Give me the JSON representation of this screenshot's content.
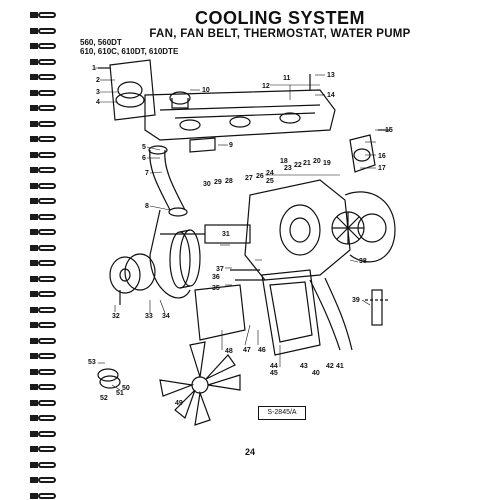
{
  "page": {
    "title": "COOLING SYSTEM",
    "subtitle": "FAN, FAN BELT, THERMOSTAT, WATER PUMP",
    "models_line1": "560,    560DT",
    "models_line2": "610,  610C,  610DT,  610DTE",
    "reference_code": "S-2845/A",
    "page_number": "24"
  },
  "callouts": [
    "1",
    "2",
    "3",
    "4",
    "5",
    "6",
    "7",
    "8",
    "9",
    "10",
    "11",
    "12",
    "13",
    "14",
    "15",
    "16",
    "17",
    "18",
    "19",
    "20",
    "21",
    "22",
    "23",
    "24",
    "25",
    "26",
    "27",
    "28",
    "29",
    "30",
    "31",
    "32",
    "33",
    "34",
    "35",
    "36",
    "37",
    "38",
    "39",
    "40",
    "41",
    "42",
    "43",
    "44",
    "45",
    "46",
    "47",
    "48",
    "49",
    "50",
    "51",
    "52",
    "53"
  ]
}
